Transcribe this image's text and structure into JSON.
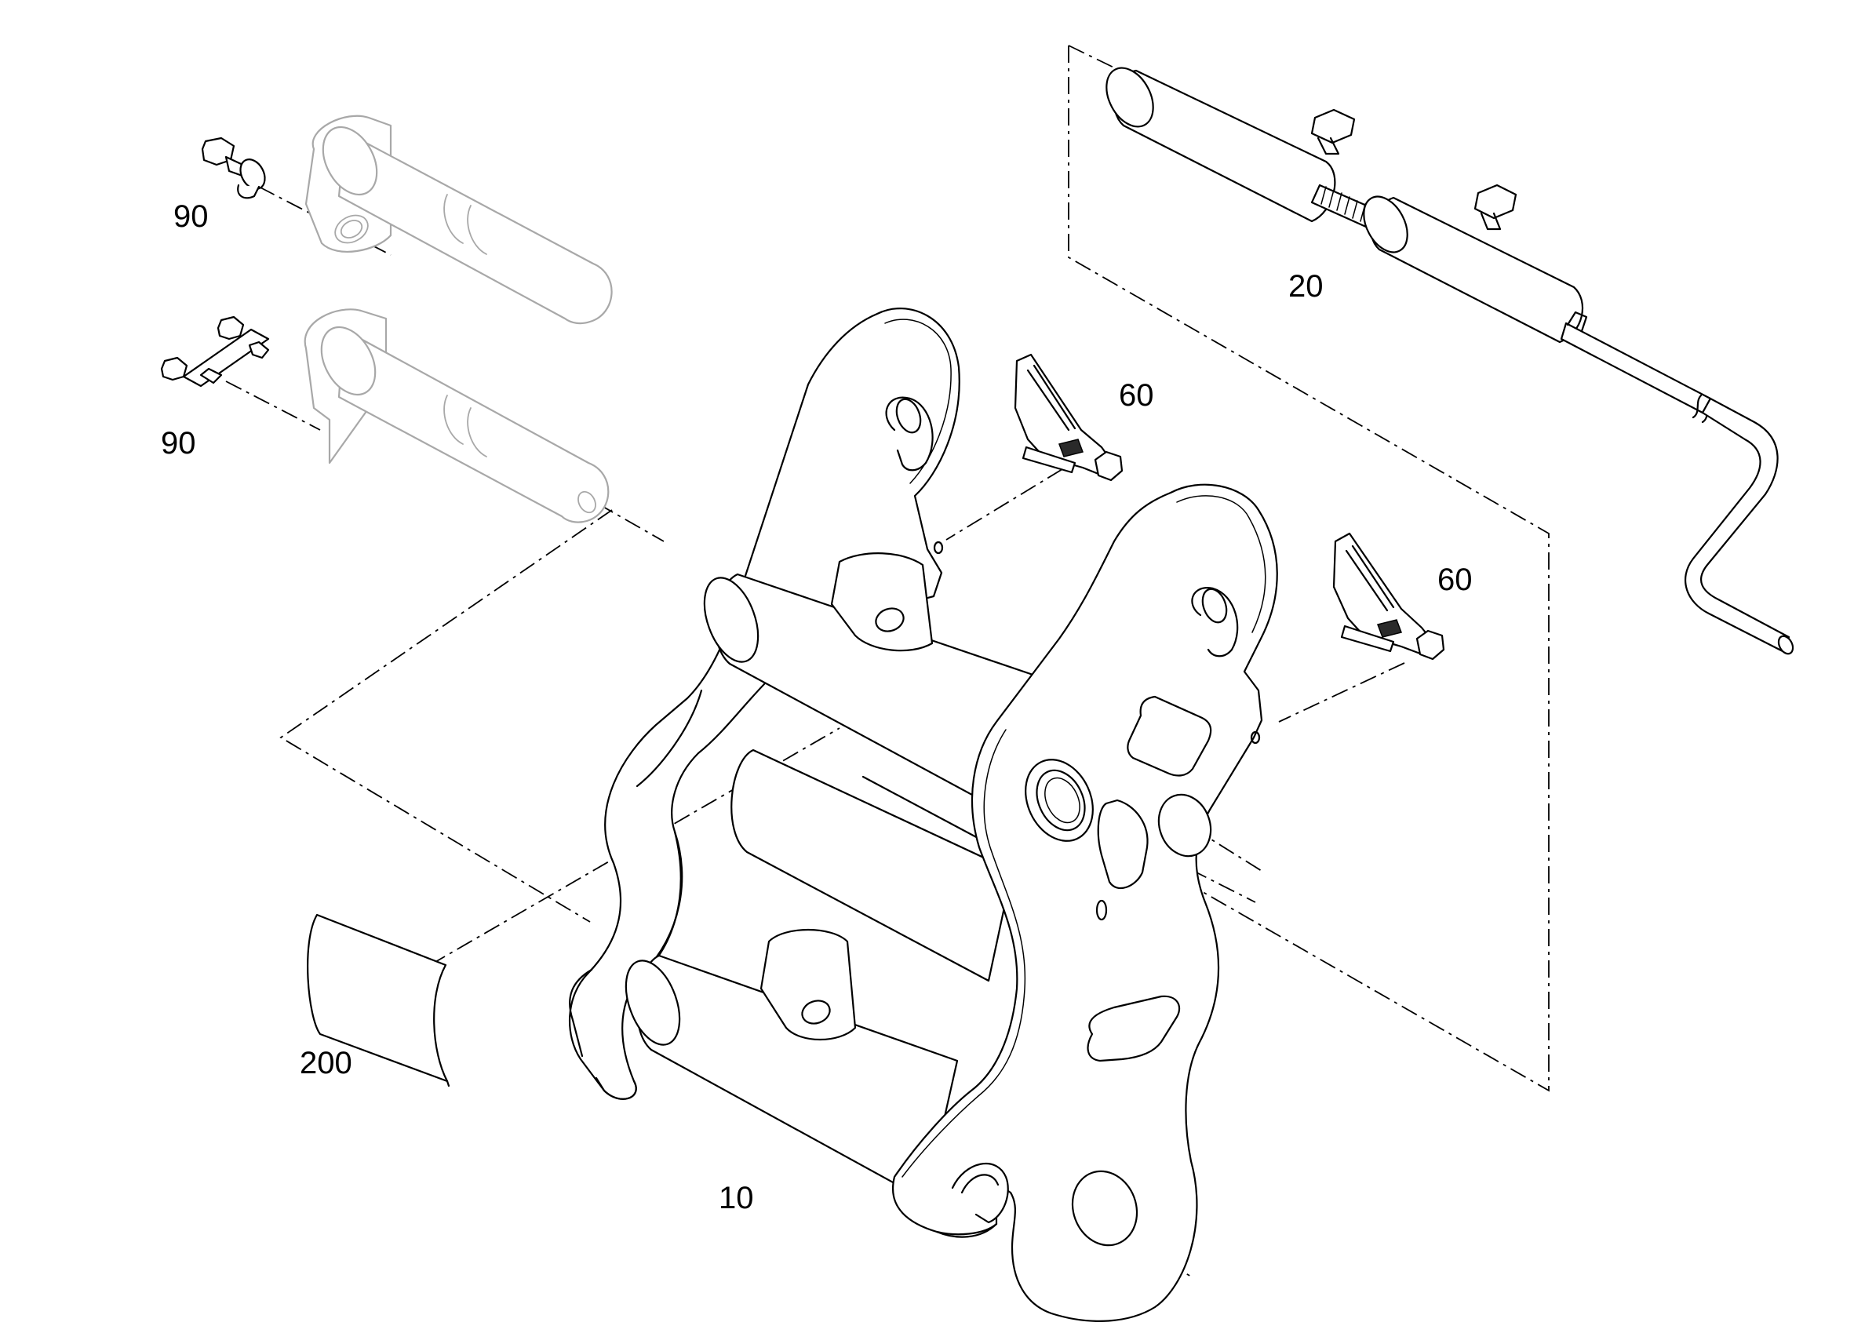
{
  "diagram": {
    "callouts": {
      "part_90_a": "90",
      "part_90_b": "90",
      "part_20": "20",
      "part_60_a": "60",
      "part_60_b": "60",
      "part_200": "200",
      "part_10": "10"
    }
  }
}
